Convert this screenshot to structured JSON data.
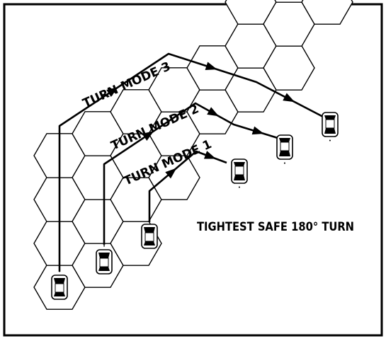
{
  "diagram": {
    "caption": "TIGHTEST SAFE 180° TURN",
    "turn_modes": [
      {
        "label": "TURN MODE 1"
      },
      {
        "label": "TURN MODE 2"
      },
      {
        "label": "TURN MODE 3"
      }
    ],
    "car_tag": "•",
    "icons": {
      "car": "car-icon",
      "arrow": "arrow-icon"
    }
  }
}
